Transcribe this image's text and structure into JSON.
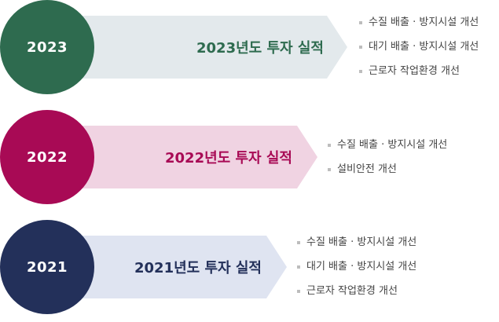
{
  "rows": [
    {
      "year": "2023",
      "title": "2023년도 투자 실적",
      "circle_color": "#2e6b4f",
      "arrow_color": "#e3e9ec",
      "title_color": "#2e6b4f",
      "items": [
        "수질 배출 · 방지시설 개선",
        "대기 배출 · 방지시설 개선",
        "근로자 작업환경 개선"
      ]
    },
    {
      "year": "2022",
      "title": "2022년도 투자 실적",
      "circle_color": "#a80a55",
      "arrow_color": "#f0d3e2",
      "title_color": "#a80a55",
      "items": [
        "수질 배출 · 방지시설 개선",
        "설비안전 개선"
      ]
    },
    {
      "year": "2021",
      "title": "2021년도 투자 실적",
      "circle_color": "#23305a",
      "arrow_color": "#dfe4f1",
      "title_color": "#23305a",
      "items": [
        "수질 배출 · 방지시설 개선",
        "대기 배출 · 방지시설 개선",
        "근로자 작업환경 개선"
      ]
    }
  ]
}
